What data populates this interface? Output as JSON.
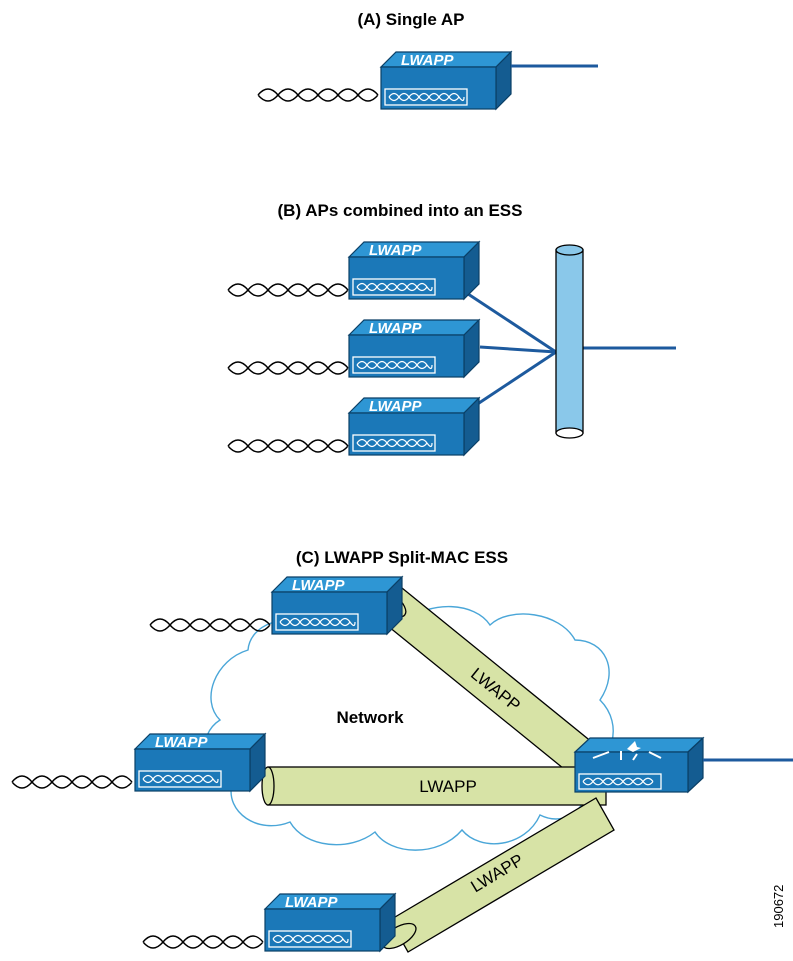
{
  "sections": {
    "a_title": "(A) Single AP",
    "b_title": "(B) APs combined into an ESS",
    "c_title": "(C) LWAPP Split-MAC ESS"
  },
  "ap_label": "LWAPP",
  "network_label": "Network",
  "tunnel_label": "LWAPP",
  "figure_id": "190672",
  "colors": {
    "ap_front": "#1b78b8",
    "ap_top": "#2e96d4",
    "ap_side": "#145c91",
    "link": "#1d5a9e",
    "bus": "#8ac8ea",
    "tunnel": "#d7e3a6",
    "cloud_stroke": "#4aa6d8"
  },
  "icons": [
    "wireless-wave-icon",
    "access-point-icon",
    "controller-icon",
    "network-cloud-icon",
    "ethernet-bus-icon"
  ]
}
